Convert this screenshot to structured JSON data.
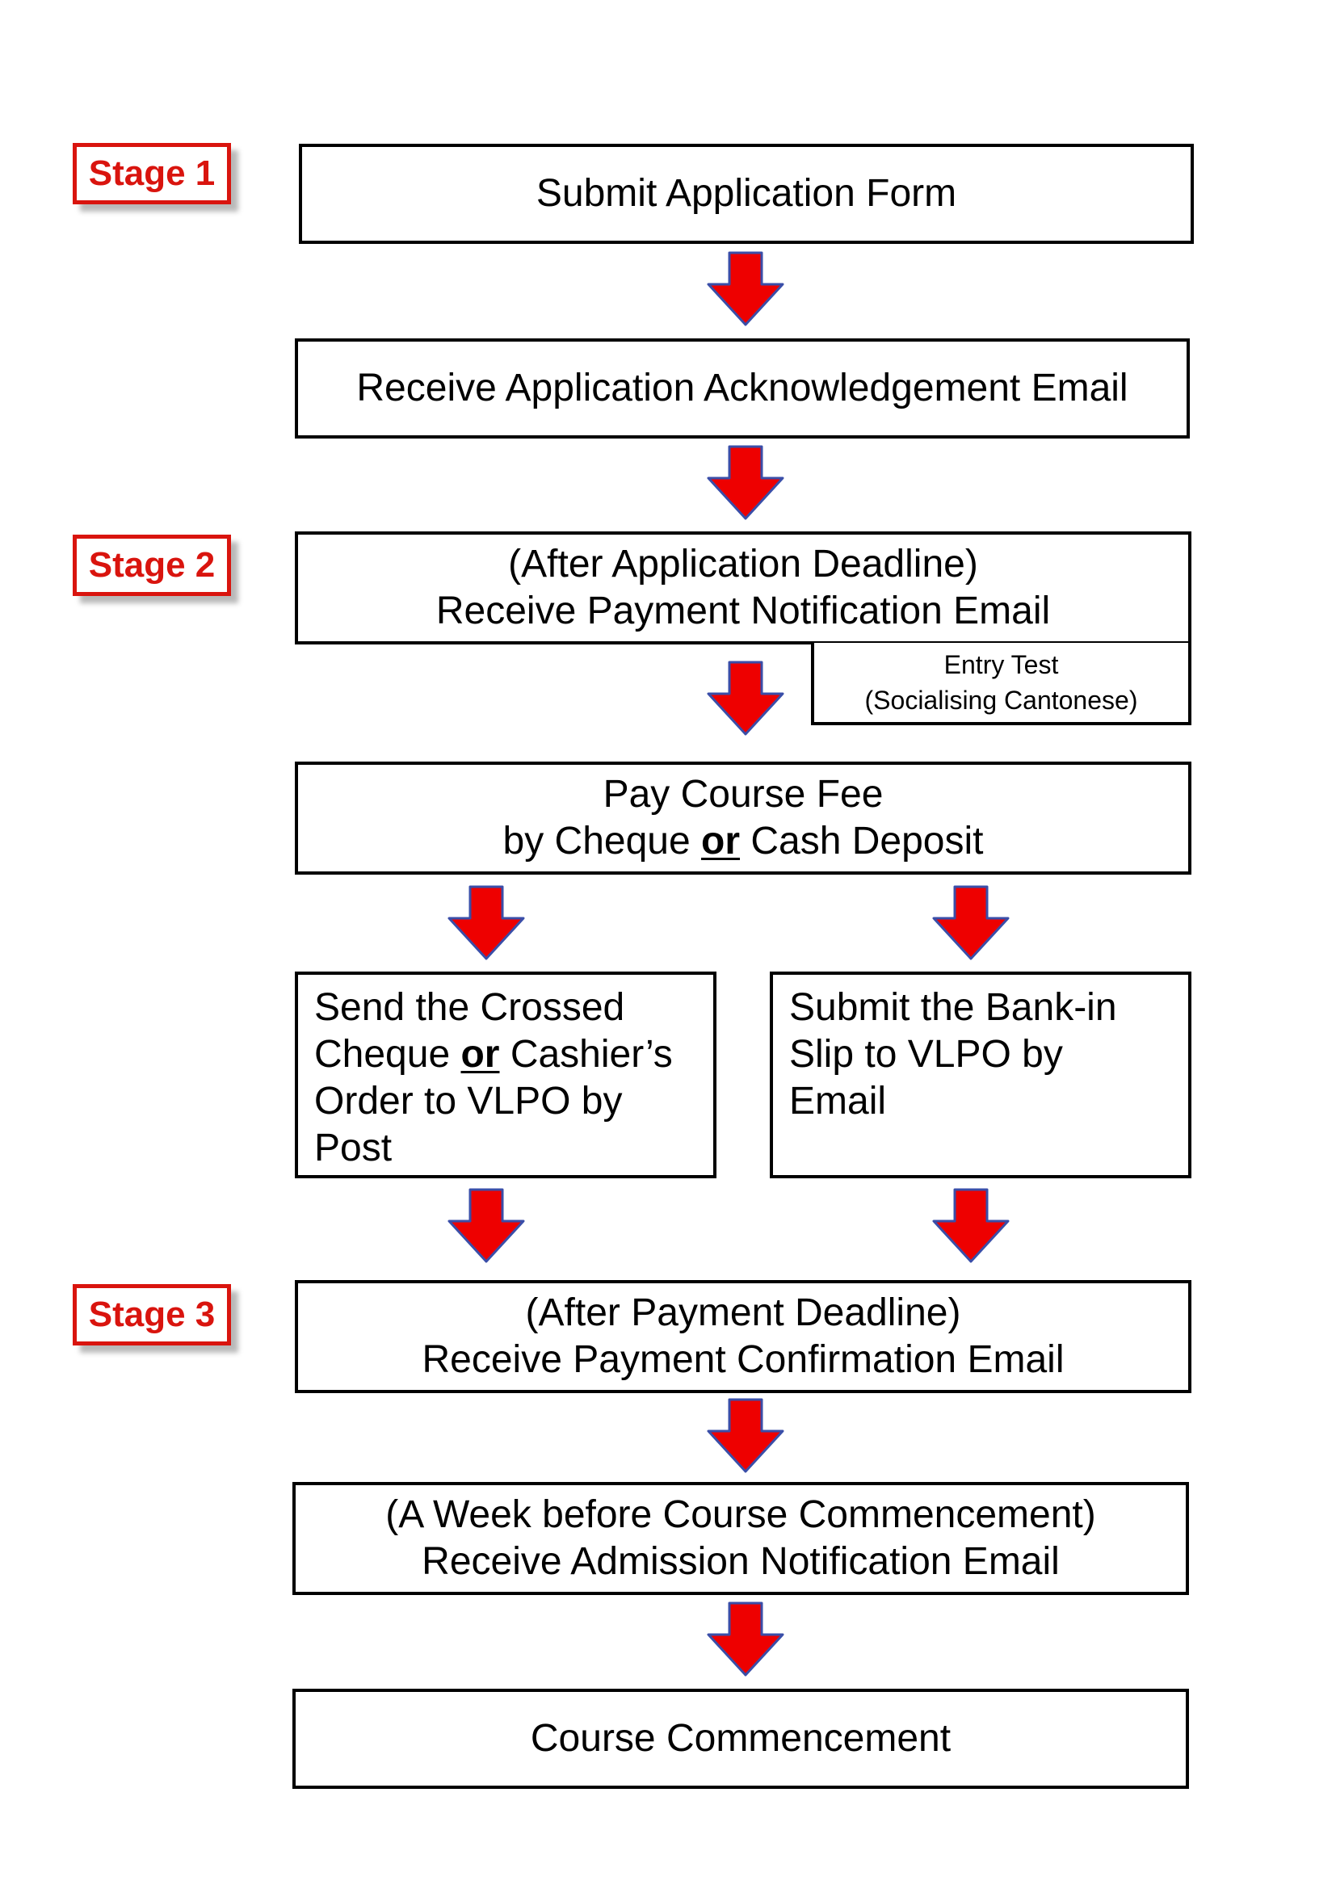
{
  "stages": {
    "stage1": "Stage 1",
    "stage2": "Stage 2",
    "stage3": "Stage 3"
  },
  "steps": {
    "submit_form": "Submit Application Form",
    "acknowledgement": "Receive Application Acknowledgement Email",
    "payment_notification": {
      "line1": "(After Application Deadline)",
      "line2": "Receive Payment Notification Email"
    },
    "entry_test": {
      "line1": "Entry Test",
      "line2": "(Socialising Cantonese)"
    },
    "pay_fee": {
      "line1": "Pay Course Fee",
      "line2_pre": "by Cheque ",
      "line2_or": "or",
      "line2_post": " Cash Deposit"
    },
    "send_cheque": {
      "line1": "Send the Crossed",
      "line2_pre": "Cheque ",
      "line2_or": "or",
      "line2_post": " Cashier’s",
      "line3": "Order to VLPO by",
      "line4": "Post"
    },
    "submit_slip": {
      "line1": "Submit the Bank-in",
      "line2": "Slip to VLPO by",
      "line3": "Email"
    },
    "payment_confirmation": {
      "line1": "(After Payment Deadline)",
      "line2": "Receive Payment Confirmation Email"
    },
    "admission_notification": {
      "line1": "(A Week before Course Commencement)",
      "line2": "Receive Admission Notification Email"
    },
    "commencement": "Course Commencement"
  },
  "colors": {
    "stage_red": "#d9140e",
    "arrow_fill": "#ee0000",
    "arrow_outline": "#3a4ea8",
    "box_border": "#000000"
  }
}
